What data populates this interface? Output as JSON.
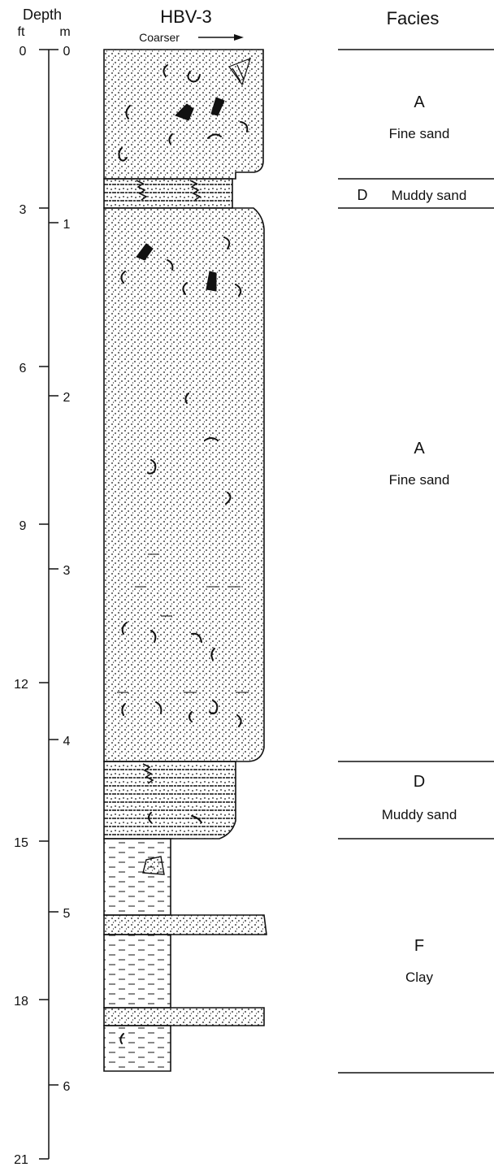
{
  "header": {
    "depth_label": "Depth",
    "ft_label": "ft",
    "m_label": "m",
    "well_name": "HBV-3",
    "grain_label": "Coarser",
    "facies_label": "Facies"
  },
  "scale": {
    "ft_ticks": [
      "0",
      "3",
      "6",
      "9",
      "12",
      "15",
      "18",
      "21"
    ],
    "m_ticks": [
      "0",
      "1",
      "2",
      "3",
      "4",
      "5",
      "6"
    ]
  },
  "facies": [
    {
      "letter": "A",
      "name": "Fine sand"
    },
    {
      "letter": "D",
      "name": "Muddy sand"
    },
    {
      "letter": "A",
      "name": "Fine sand"
    },
    {
      "letter": "D",
      "name": "Muddy sand"
    },
    {
      "letter": "F",
      "name": "Clay"
    }
  ],
  "icons": [
    "shell-fossil-icon",
    "wood-fragment-icon",
    "burrow-icon",
    "pebble-icon"
  ],
  "colors": {
    "ink": "#111111",
    "background": "#ffffff"
  }
}
